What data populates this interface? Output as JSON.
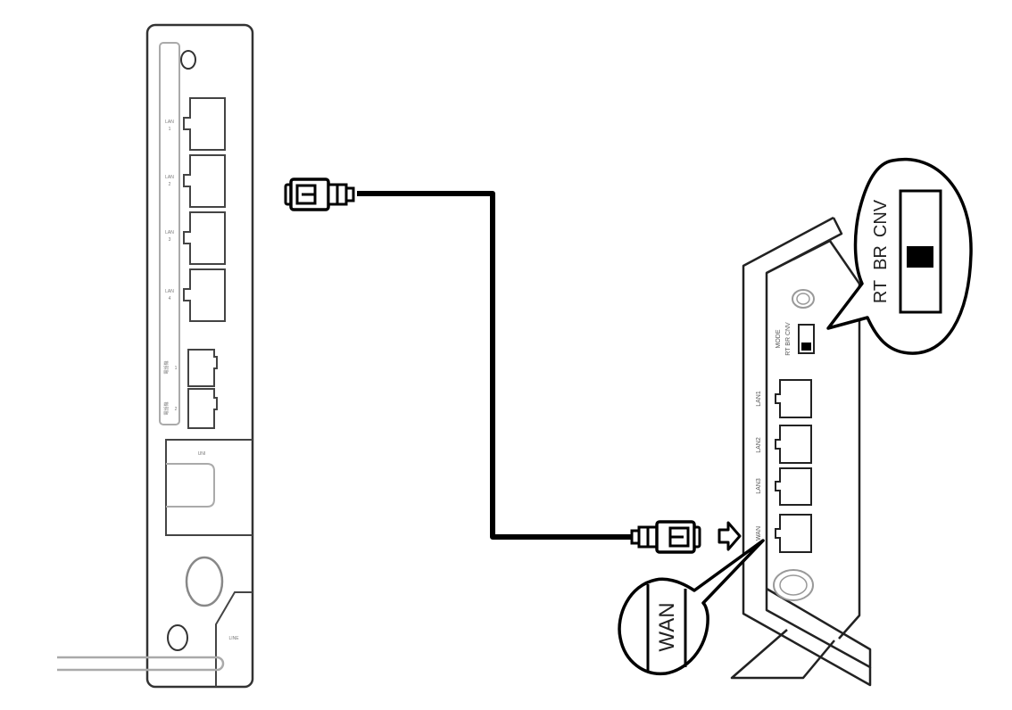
{
  "diagram": {
    "left_device": {
      "lan_ports": [
        {
          "label": "LAN",
          "number": "1"
        },
        {
          "label": "LAN",
          "number": "2"
        },
        {
          "label": "LAN",
          "number": "3"
        },
        {
          "label": "LAN",
          "number": "4"
        }
      ],
      "phone_ports": [
        {
          "label": "電話機",
          "number": "1"
        },
        {
          "label": "電話機",
          "number": "2"
        }
      ],
      "uni_label": "UNI",
      "line_label": "LINE"
    },
    "right_device": {
      "mode_label": "MODE",
      "mode_options": "RT BR CNV",
      "lan_ports": [
        "LAN1",
        "LAN2",
        "LAN3"
      ],
      "wan_port": "WAN"
    },
    "mode_callout": {
      "options": [
        "RT",
        "BR",
        "CNV"
      ],
      "selected": "BR"
    },
    "wan_callout": {
      "label": "WAN"
    },
    "colors": {
      "line": "#000000",
      "light_line": "#888888",
      "background": "#ffffff"
    }
  }
}
